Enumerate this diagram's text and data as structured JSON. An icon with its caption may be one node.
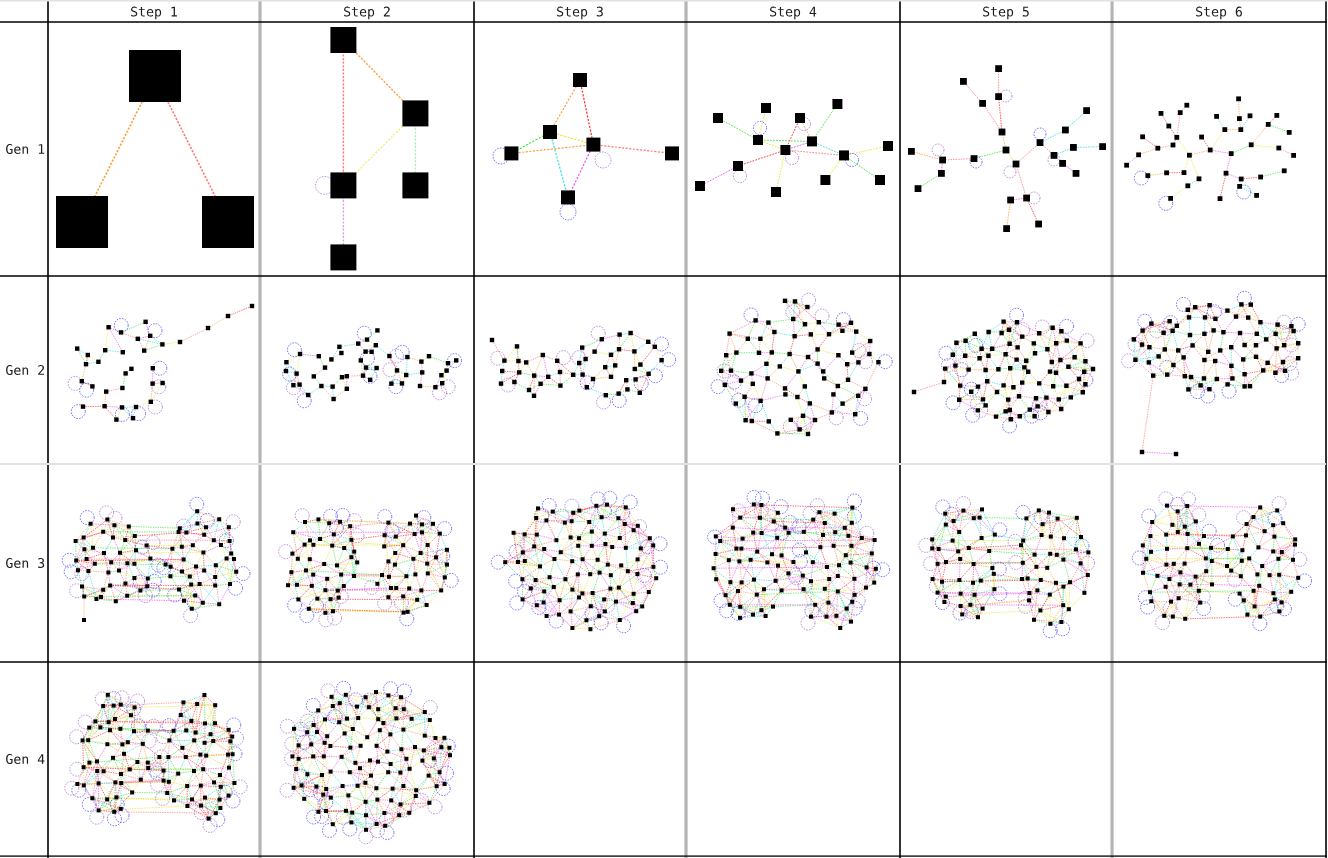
{
  "diagram": {
    "labels": [
      "Step 1",
      "Step 2",
      "Step 3",
      "Step 4",
      "Step 5",
      "Step 6",
      "Gen 1",
      "Gen 2",
      "Gen 3",
      "Gen 4"
    ]
  }
}
